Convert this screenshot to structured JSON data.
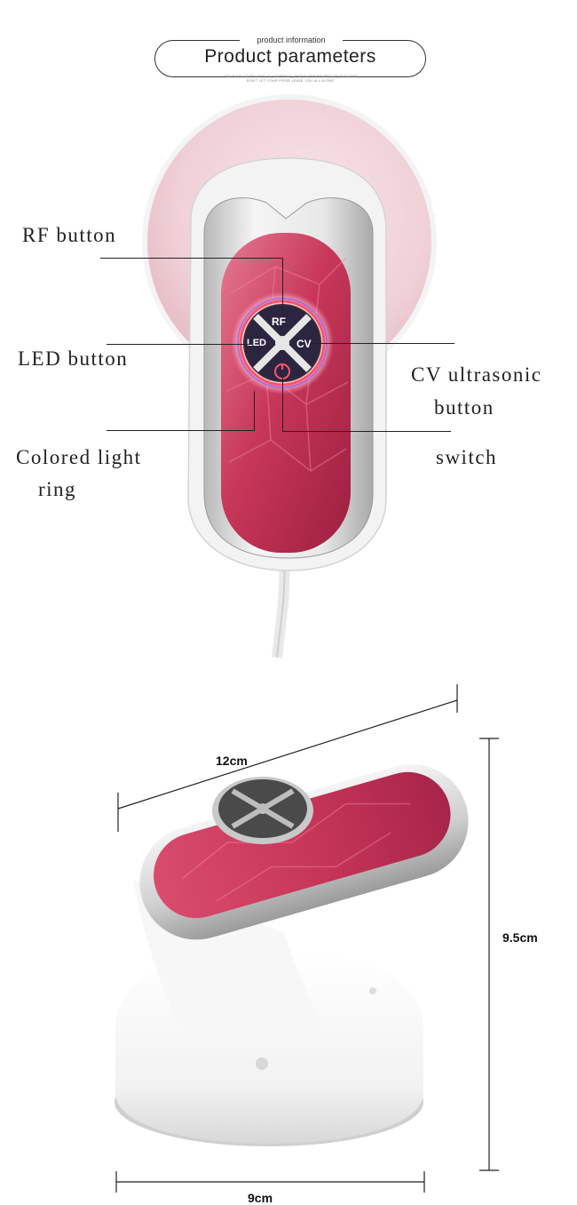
{
  "header": {
    "caption": "product information",
    "title": "Product parameters",
    "subtitle_line1": "YOU HAVE TO BELIEVE IN YOURSELF, THAT'S THE SECRET OF SUCCESS",
    "subtitle_line2": "DON'T LET YOUR PRIDE LEAVE YOU ALL ALONE"
  },
  "labels": {
    "rf_button": "RF button",
    "led_button": "LED button",
    "cv_line1": "CV ultrasonic",
    "cv_line2": "button",
    "switch": "switch",
    "ring_line1": "Colored light",
    "ring_line2": "ring"
  },
  "device_buttons": {
    "rf": "RF",
    "led": "LED",
    "cv": "CV"
  },
  "dimensions": {
    "length": "12cm",
    "height": "9.5cm",
    "base": "9cm"
  },
  "colors": {
    "shell_red": "#c8375a",
    "shell_silver": "#dcdcdc",
    "body_white": "#f6f6f6"
  }
}
